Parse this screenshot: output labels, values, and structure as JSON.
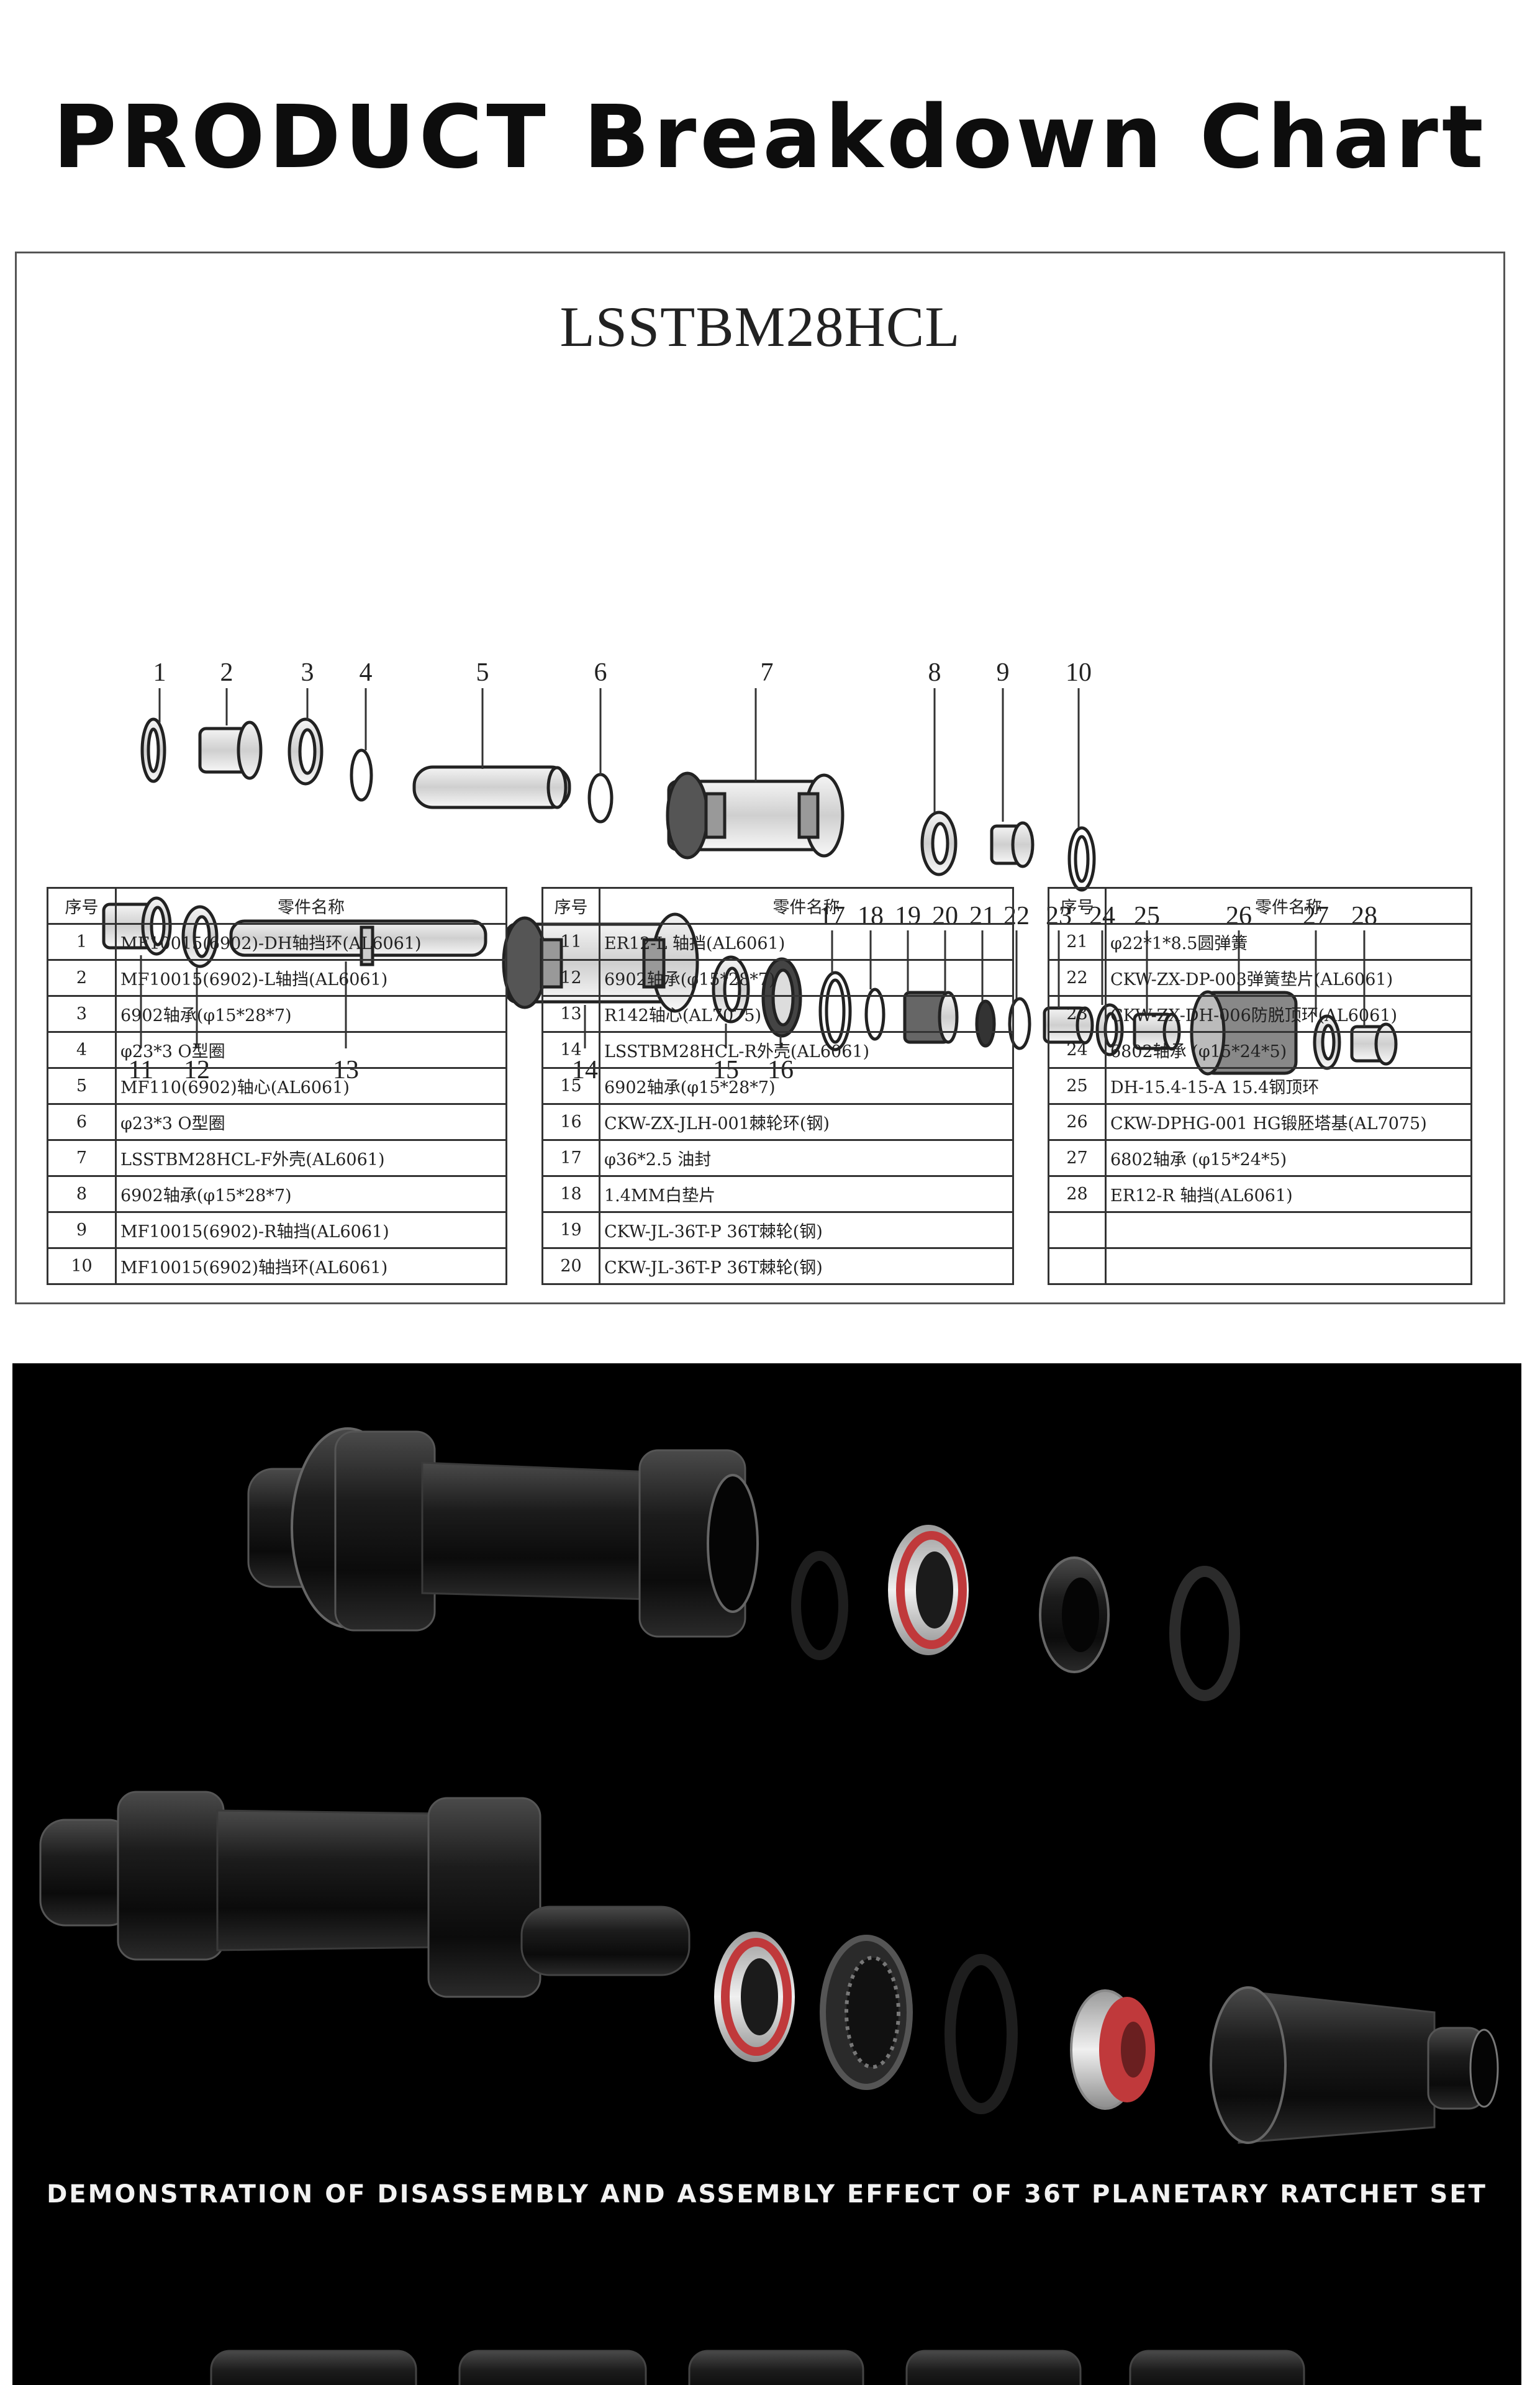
{
  "page": {
    "title": "PRODUCT Breakdown Chart"
  },
  "chart": {
    "model": "LSSTBM28HCL",
    "callouts": [
      "1",
      "2",
      "3",
      "4",
      "5",
      "6",
      "7",
      "8",
      "9",
      "10",
      "11",
      "12",
      "13",
      "14",
      "15",
      "16",
      "17",
      "18",
      "19",
      "20",
      "21",
      "22",
      "23",
      "24",
      "25",
      "26",
      "27",
      "28"
    ],
    "table_header": {
      "no": "序号",
      "name": "零件名称"
    },
    "parts": [
      {
        "no": "1",
        "name": "MF10015(6902)-DH轴挡环(AL6061)"
      },
      {
        "no": "2",
        "name": "MF10015(6902)-L轴挡(AL6061)"
      },
      {
        "no": "3",
        "name": "6902轴承(φ15*28*7)"
      },
      {
        "no": "4",
        "name": "φ23*3 O型圈"
      },
      {
        "no": "5",
        "name": "MF110(6902)轴心(AL6061)"
      },
      {
        "no": "6",
        "name": "φ23*3 O型圈"
      },
      {
        "no": "7",
        "name": "LSSTBM28HCL-F外壳(AL6061)"
      },
      {
        "no": "8",
        "name": "6902轴承(φ15*28*7)"
      },
      {
        "no": "9",
        "name": "MF10015(6902)-R轴挡(AL6061)"
      },
      {
        "no": "10",
        "name": "MF10015(6902)轴挡环(AL6061)"
      },
      {
        "no": "11",
        "name": "ER12-L 轴挡(AL6061)"
      },
      {
        "no": "12",
        "name": "6902轴承(φ15*28*7)"
      },
      {
        "no": "13",
        "name": "R142轴心(AL7075)"
      },
      {
        "no": "14",
        "name": "LSSTBM28HCL-R外壳(AL6061)"
      },
      {
        "no": "15",
        "name": "6902轴承(φ15*28*7)"
      },
      {
        "no": "16",
        "name": "CKW-ZX-JLH-001棘轮环(钢)"
      },
      {
        "no": "17",
        "name": "φ36*2.5 油封"
      },
      {
        "no": "18",
        "name": "1.4MM白垫片"
      },
      {
        "no": "19",
        "name": "CKW-JL-36T-P 36T棘轮(钢)"
      },
      {
        "no": "20",
        "name": "CKW-JL-36T-P 36T棘轮(钢)"
      },
      {
        "no": "21",
        "name": "φ22*1*8.5圆弹簧"
      },
      {
        "no": "22",
        "name": "CKW-ZX-DP-003弹簧垫片(AL6061)"
      },
      {
        "no": "23",
        "name": "CKW-ZX-DH-006防脱顶环(AL6061)"
      },
      {
        "no": "24",
        "name": "6802轴承 (φ15*24*5)"
      },
      {
        "no": "25",
        "name": "DH-15.4-15-A 15.4钢顶环"
      },
      {
        "no": "26",
        "name": "CKW-DPHG-001 HG锻胚塔基(AL7075)"
      },
      {
        "no": "27",
        "name": "6802轴承 (φ15*24*5)"
      },
      {
        "no": "28",
        "name": "ER12-R 轴挡(AL6061)"
      }
    ]
  },
  "photo": {
    "caption": "DEMONSTRATION OF DISASSEMBLY AND ASSEMBLY EFFECT OF 36T PLANETARY RATCHET SET",
    "accent_red": "#c0393b"
  }
}
